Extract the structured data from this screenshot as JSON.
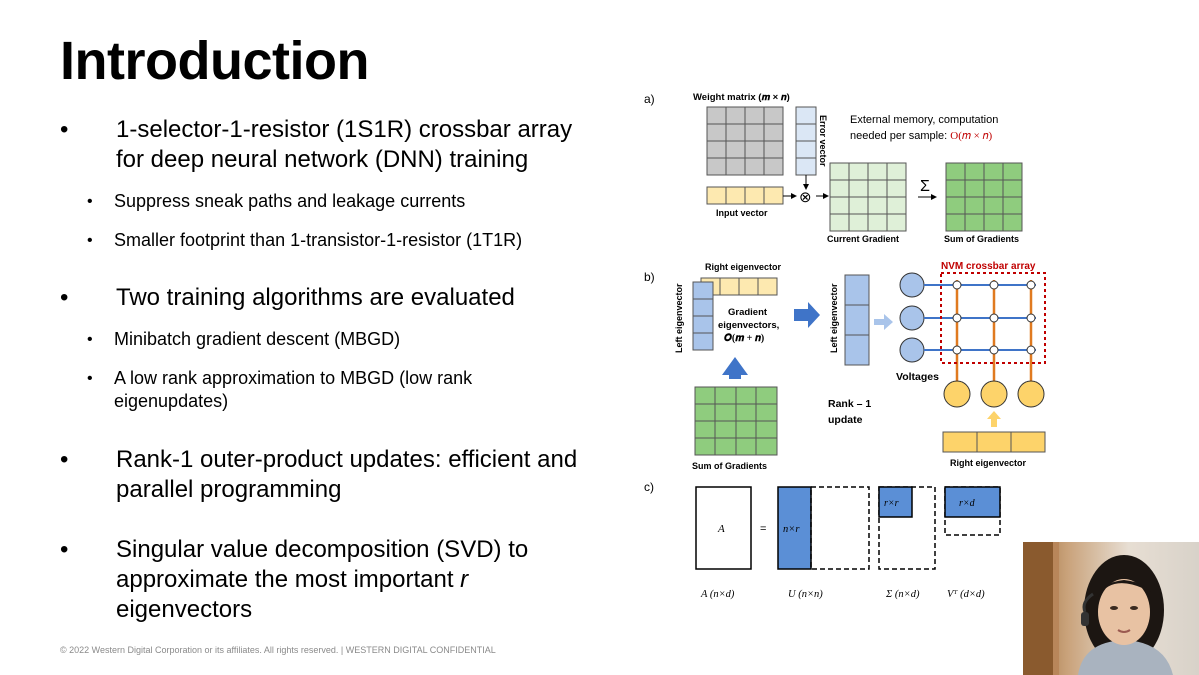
{
  "slide": {
    "title": "Introduction",
    "bullets": [
      {
        "level": 1,
        "marker": "•",
        "text": "1-selector-1-resistor (1S1R) crossbar array for deep neural network (DNN) training"
      },
      {
        "level": 2,
        "marker": "•",
        "text": "Suppress sneak paths and leakage currents"
      },
      {
        "level": 2,
        "marker": "•",
        "text": "Smaller footprint than 1-transistor-1-resistor (1T1R)"
      },
      {
        "level": 1,
        "marker": "•",
        "text": "Two training algorithms are evaluated"
      },
      {
        "level": 2,
        "marker": "•",
        "text": "Minibatch gradient descent (MBGD)"
      },
      {
        "level": 2,
        "marker": "•",
        "text": "A low rank approximation to MBGD (low rank eigenupdates)"
      },
      {
        "level": 1,
        "marker": "•",
        "text": "Rank-1 outer-product updates: efficient and parallel programming"
      },
      {
        "level": 1,
        "marker": "•",
        "text_before": "Singular value decomposition (SVD) to approximate the most important ",
        "text_italic": "r",
        "text_after": " eigenvectors"
      }
    ],
    "footer": "© 2022 Western Digital Corporation or its affiliates. All rights reserved.  |  WESTERN DIGITAL CONFIDENTIAL"
  },
  "figure": {
    "panel_a": {
      "label": "a)",
      "weight_matrix": "Weight matrix (𝒎 × 𝒏)",
      "error_vector": "Error vector",
      "input_vector": "Input vector",
      "external_line1": "External memory, computation",
      "external_line2": "needed per sample: ",
      "complexity": "O(𝑚 × 𝑛)",
      "sigma": "Σ",
      "current_gradient": "Current Gradient",
      "sum_of_gradients": "Sum of Gradients",
      "otimes": "⊗"
    },
    "panel_b": {
      "label": "b)",
      "right_eigenvector_top": "Right eigenvector",
      "left_eigenvector": "Left eigenvector",
      "gradient_eigenvectors_1": "Gradient",
      "gradient_eigenvectors_2": "eigenvectors,",
      "gradient_complexity": "𝑶(𝒎 + 𝒏)",
      "left_eigenvector_2": "Left eigenvector",
      "nvm_crossbar": "NVM crossbar array",
      "voltages": "Voltages",
      "rank_update_1": "Rank – 1",
      "rank_update_2": "update",
      "sum_of_gradients": "Sum of Gradients",
      "right_eigenvector_bottom": "Right eigenvector"
    },
    "panel_c": {
      "label": "c)",
      "A": "A",
      "equals": "=",
      "U_block": "n×r",
      "Sigma_block": "r×r",
      "V_block": "r×d",
      "caption_A": "A (n×d)",
      "caption_U": "U (n×n)",
      "caption_Sigma": "Σ (n×d)",
      "caption_V": "Vᵀ (d×d)"
    }
  },
  "colors": {
    "grey_cell": "#c8c8c8",
    "blue_cell": "#dbe7f5",
    "yellow_cell": "#fde9b0",
    "green_cell": "#a8d69b",
    "blue_block": "#5b8fd6",
    "red_dashed": "#c00000",
    "orange_line": "#e07a20",
    "arrow_blue": "#3f74c8"
  },
  "video": {
    "label": "presenter-webcam"
  }
}
